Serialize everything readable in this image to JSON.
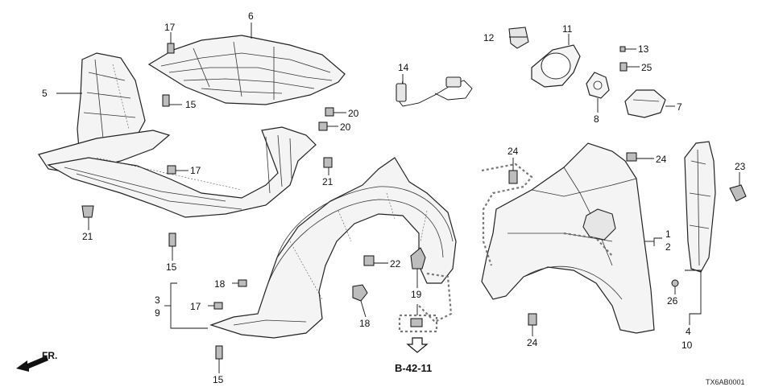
{
  "callouts": {
    "c1": "1",
    "c2": "2",
    "c3": "3",
    "c4": "4",
    "c5": "5",
    "c6": "6",
    "c7": "7",
    "c8": "8",
    "c9": "9",
    "c10": "10",
    "c11": "11",
    "c12": "12",
    "c13": "13",
    "c14": "14",
    "c15a": "15",
    "c15b": "15",
    "c15c": "15",
    "c17a": "17",
    "c17b": "17",
    "c17c": "17",
    "c18a": "18",
    "c18b": "18",
    "c19": "19",
    "c20a": "20",
    "c20b": "20",
    "c21a": "21",
    "c21b": "21",
    "c22": "22",
    "c23": "23",
    "c24a": "24",
    "c24b": "24",
    "c24c": "24",
    "c25": "25",
    "c26": "26"
  },
  "reference": "B-42-11",
  "front_label": "FR.",
  "figure_code": "TX6AB0001"
}
